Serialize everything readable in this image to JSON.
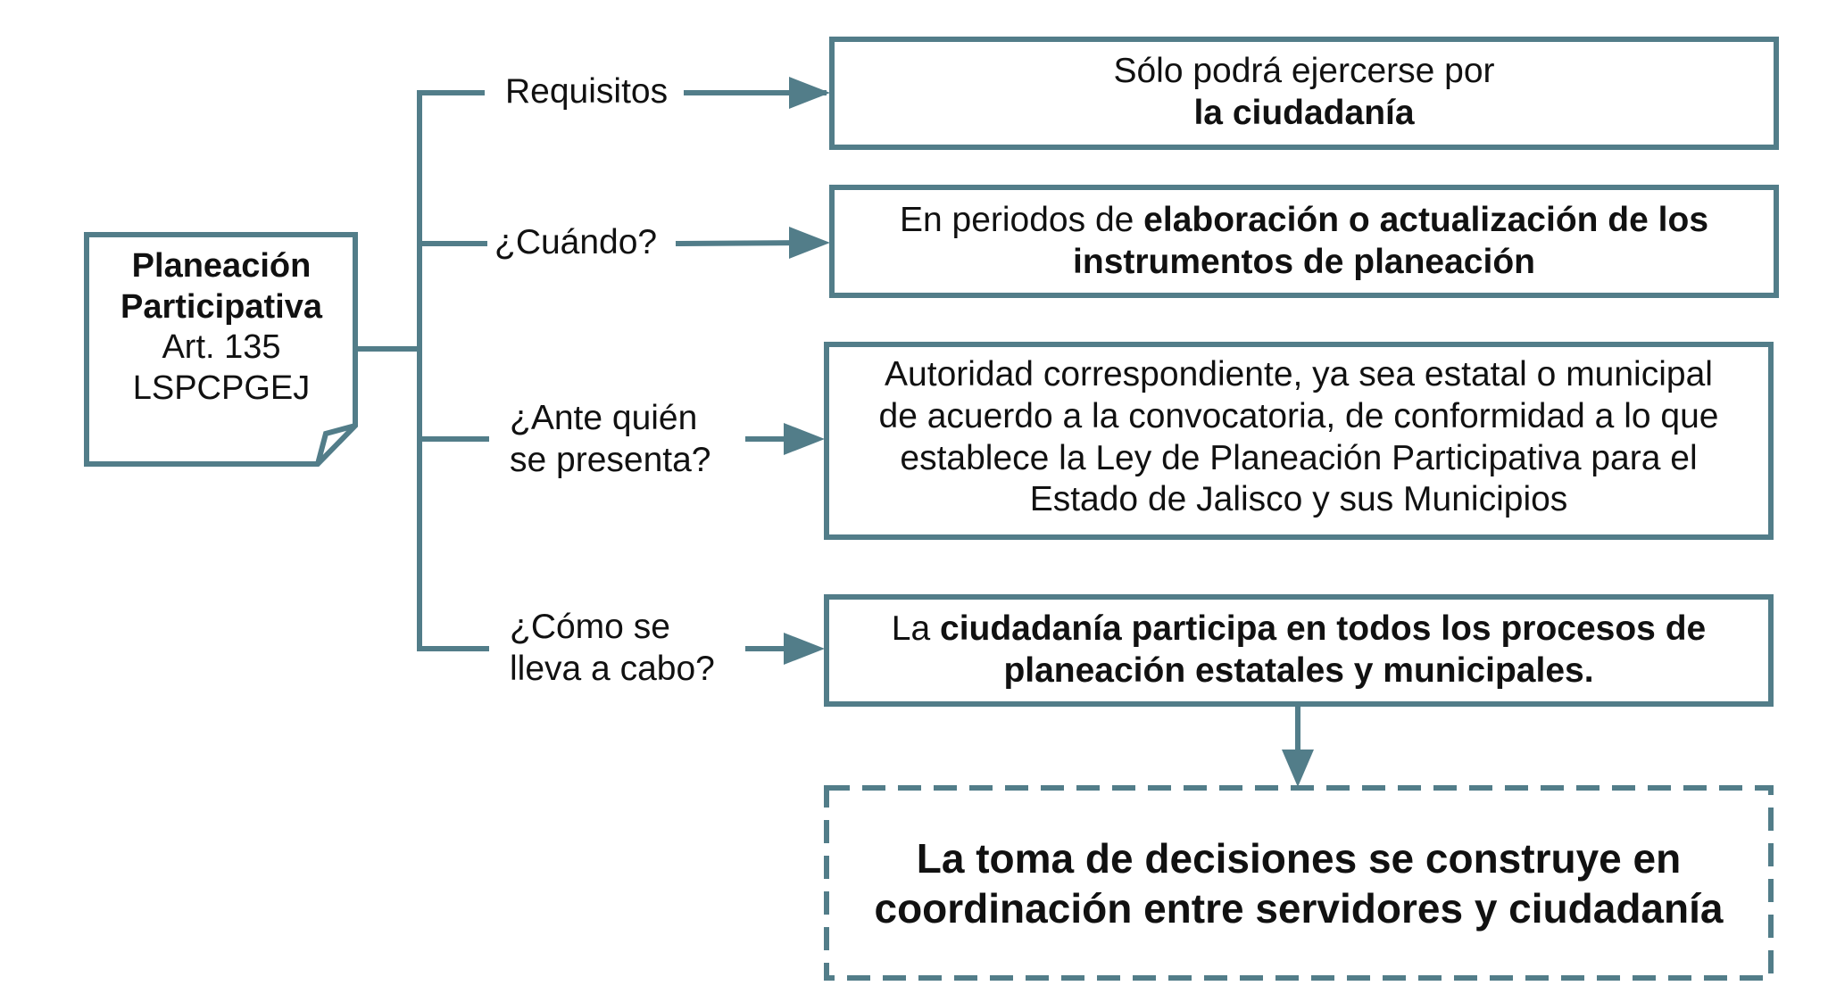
{
  "colors": {
    "stroke": "#527d89",
    "text": "#111111",
    "background": "#ffffff"
  },
  "source": {
    "title_line1": "Planeación",
    "title_line2": "Participativa",
    "article": "Art. 135",
    "law": "LSPCPGEJ"
  },
  "branches": [
    {
      "label_lines": [
        "Requisitos"
      ]
    },
    {
      "label_lines": [
        "¿Cuándo?"
      ]
    },
    {
      "label_lines": [
        "¿Ante quién",
        "se presenta?"
      ]
    },
    {
      "label_lines": [
        "¿Cómo se",
        "lleva a cabo?"
      ]
    }
  ],
  "boxes": [
    {
      "line1": "Sólo podrá ejercerse por",
      "line2_bold": "la ciudadanía"
    },
    {
      "line1_normal": "En periodos de ",
      "line1_bold": "elaboración o actualización de los",
      "line2_bold": "instrumentos de planeación"
    },
    {
      "lines": [
        "Autoridad correspondiente, ya sea estatal o municipal",
        "de acuerdo a la convocatoria, de conformidad a lo que",
        "establece la Ley de Planeación Participativa para el",
        "Estado de Jalisco y sus Municipios"
      ]
    },
    {
      "line1_normal": "La ",
      "line1_bold": "ciudadanía participa en todos los procesos de",
      "line2_bold": "planeación estatales y municipales."
    }
  ],
  "outcome": {
    "line1": "La toma de decisiones se construye en",
    "line2": "coordinación entre servidores y ciudadanía"
  }
}
